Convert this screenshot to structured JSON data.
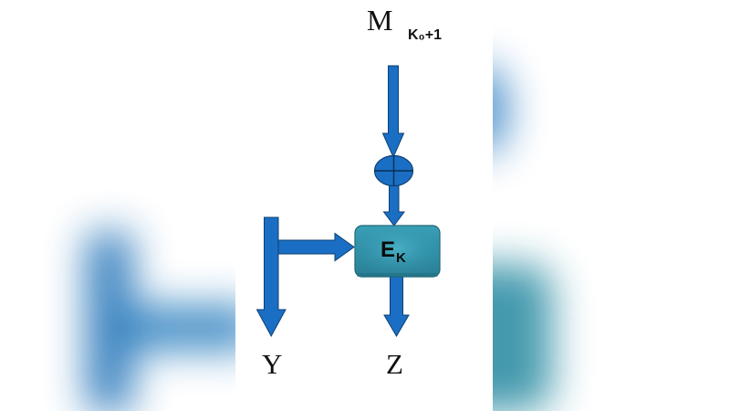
{
  "diagram": {
    "type": "block-cipher-chaining-step",
    "colors": {
      "arrow_fill": "#1a6fc4",
      "arrow_stroke": "#0d3f72",
      "box_fill": "#2f8ea6",
      "box_fill_light": "#3fa6bd",
      "box_stroke": "#1f6676",
      "background": "#ffffff",
      "text": "#111111"
    },
    "input": {
      "label": "M",
      "subscript": "K₀+1"
    },
    "xor": {
      "symbol": "⊕"
    },
    "cipher_box": {
      "label": "E",
      "subscript": "K"
    },
    "outputs": {
      "left": "Y",
      "right": "Z"
    },
    "edges": [
      {
        "from": "M_K0+1",
        "to": "xor"
      },
      {
        "from": "xor",
        "to": "E_K"
      },
      {
        "from": "Y",
        "to": "E_K"
      },
      {
        "from": "E_K",
        "to": "Z"
      }
    ]
  }
}
